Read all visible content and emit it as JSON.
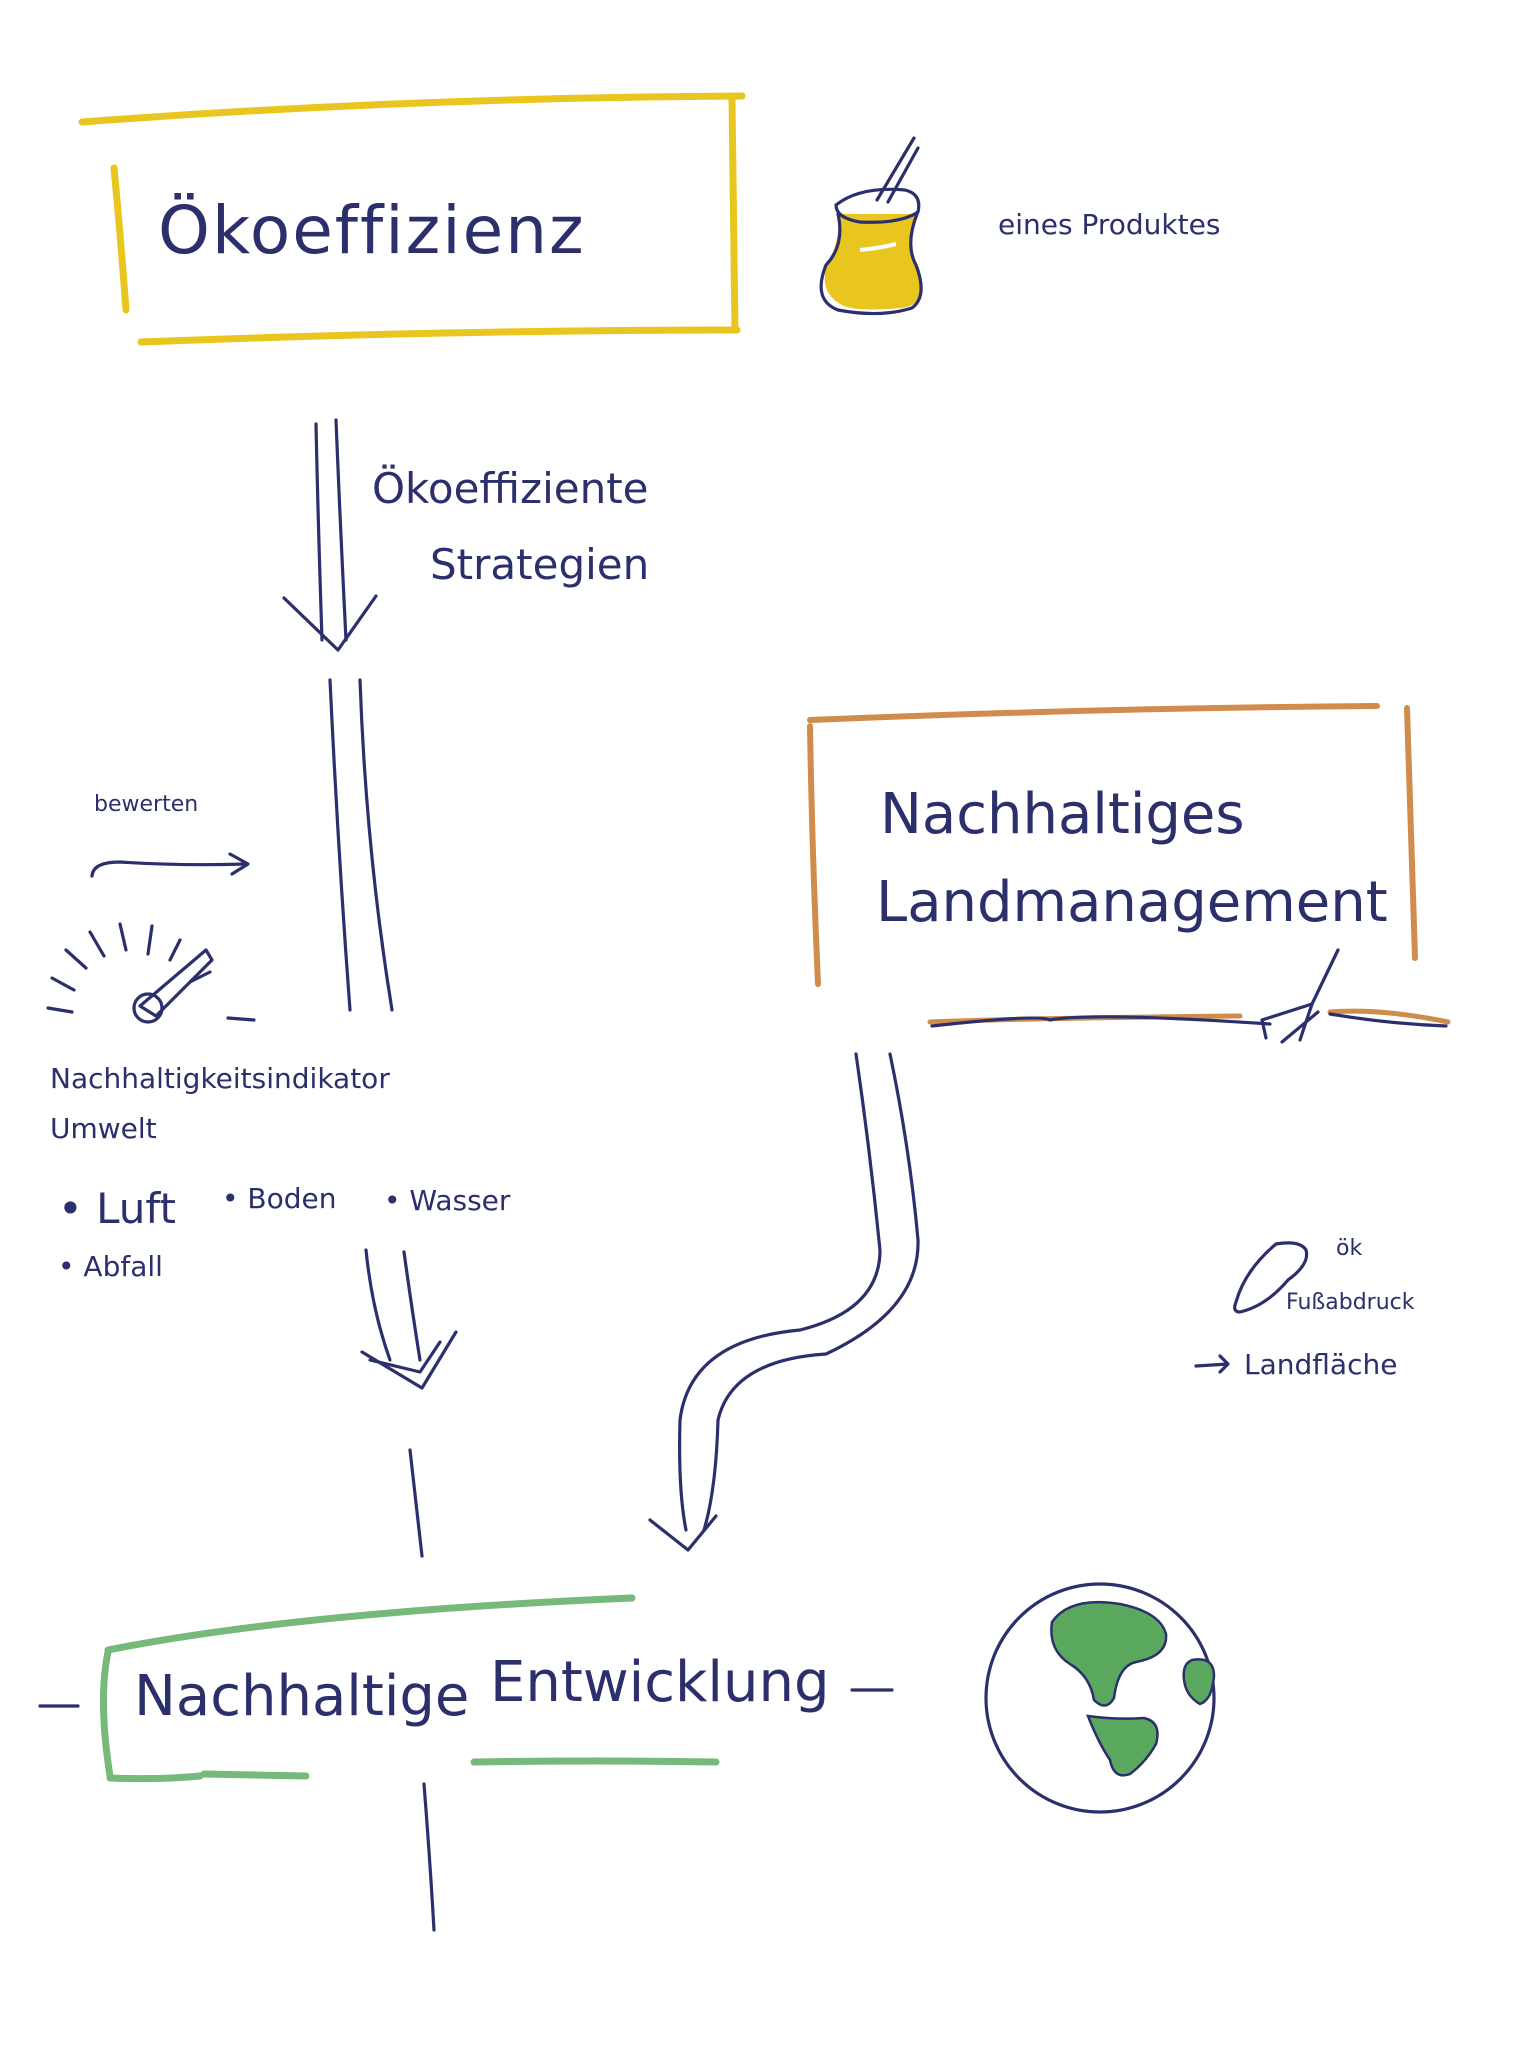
{
  "title": "Ökoeffizienz",
  "product_note": "eines Produktes",
  "arrow1_label_line1": "Ökoeffiziente",
  "arrow1_label_line2": "Strategien",
  "evaluate_label": "bewerten",
  "indicator_line1": "Nachhaltigkeitsindikator",
  "indicator_line2": "Umwelt",
  "indicator_items": [
    "Luft",
    "Boden",
    "Wasser",
    "Abfall"
  ],
  "land_line1": "Nachhaltiges",
  "land_line2": "Landmanagement",
  "footprint_prefix": "ök",
  "footprint_label": "Fußabdruck",
  "land_area_label": "Landfläche",
  "development_word1": "Nachhaltige",
  "development_word2": "Entwicklung",
  "colors": {
    "ink": "#2b2f6b",
    "yellow": "#e9c51f",
    "orange": "#cf8c4a",
    "green": "#77b97a",
    "globe_green": "#5aa85e"
  },
  "icons": [
    "jar-icon",
    "gauge-icon",
    "fork-icon",
    "footprint-icon",
    "globe-icon"
  ]
}
